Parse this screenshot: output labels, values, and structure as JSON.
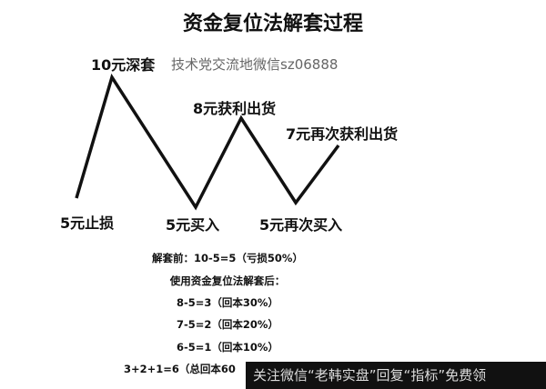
{
  "title": "资金复位法解套过程",
  "watermark": "技术党交流地微信sz06888",
  "points": [
    {
      "label": "5元止损"
    },
    {
      "label": "10元深套"
    },
    {
      "label": "5元买入"
    },
    {
      "label": "8元获利出货"
    },
    {
      "label": "5元再次买入"
    },
    {
      "label": "7元再次获利出货"
    }
  ],
  "calc": [
    "解套前：10-5=5（亏损50%）",
    "使用资金复位法解套后：",
    "8-5=3（回本30%）",
    "7-5=2（回本20%）",
    "6-5=1（回本10%）",
    "3+2+1=6（总回本60"
  ],
  "banner": "关注微信“老韩实盘”回复“指标”免费领"
}
